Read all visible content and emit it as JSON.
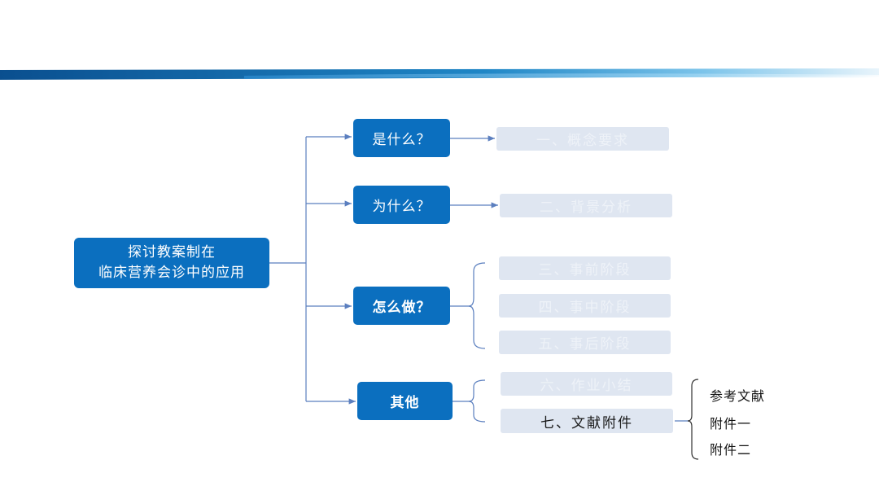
{
  "root": {
    "line1": "探讨教案制在",
    "line2": "临床营养会诊中的应用"
  },
  "questions": [
    {
      "label": "是什么？"
    },
    {
      "label": "为什么？"
    },
    {
      "label": "怎么做？"
    },
    {
      "label": "其他"
    }
  ],
  "sections": [
    {
      "label": "一、概念要求"
    },
    {
      "label": "二、背景分析"
    },
    {
      "label": "三、事前阶段"
    },
    {
      "label": "四、事中阶段"
    },
    {
      "label": "五、事后阶段"
    },
    {
      "label": "六、作业小结"
    },
    {
      "label": "七、文献附件"
    }
  ],
  "references": [
    {
      "label": "参考文献"
    },
    {
      "label": "附件一"
    },
    {
      "label": "附件二"
    }
  ],
  "colors": {
    "primary": "#0b6fbf",
    "section_bg": "#dfe6f1",
    "line": "#5b7fbf"
  }
}
